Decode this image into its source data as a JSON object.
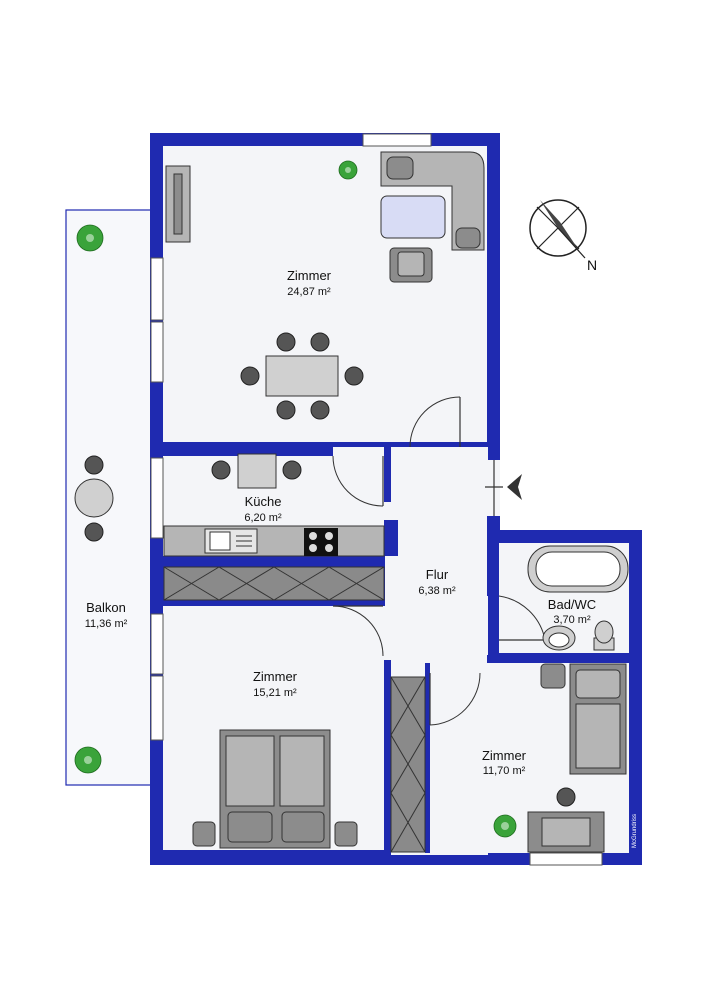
{
  "rooms": {
    "zimmer_top": {
      "name": "Zimmer",
      "area": "24,87 m²"
    },
    "kueche": {
      "name": "Küche",
      "area": "6,20 m²"
    },
    "flur": {
      "name": "Flur",
      "area": "6,38 m²"
    },
    "bad": {
      "name": "Bad/WC",
      "area": "3,70 m²"
    },
    "zimmer_middle": {
      "name": "Zimmer",
      "area": "15,21 m²"
    },
    "zimmer_right": {
      "name": "Zimmer",
      "area": "11,70 m²"
    },
    "balkon": {
      "name": "Balkon",
      "area": "11,36 m²"
    }
  },
  "compass": {
    "label": "N"
  },
  "credit": "McGrundriss",
  "colors": {
    "wall": "#1f2ab0",
    "floor": "#f4f5f8",
    "furniture": "#8c8c8c",
    "plant": "#3aa33a"
  },
  "icons": [
    "compass-icon",
    "entrance-arrow-icon",
    "plant-icon",
    "sofa-icon",
    "bed-icon",
    "bathtub-icon",
    "sink-icon",
    "toilet-icon",
    "stove-icon",
    "chair-icon",
    "table-icon",
    "wardrobe-icon",
    "radiator-icon"
  ]
}
